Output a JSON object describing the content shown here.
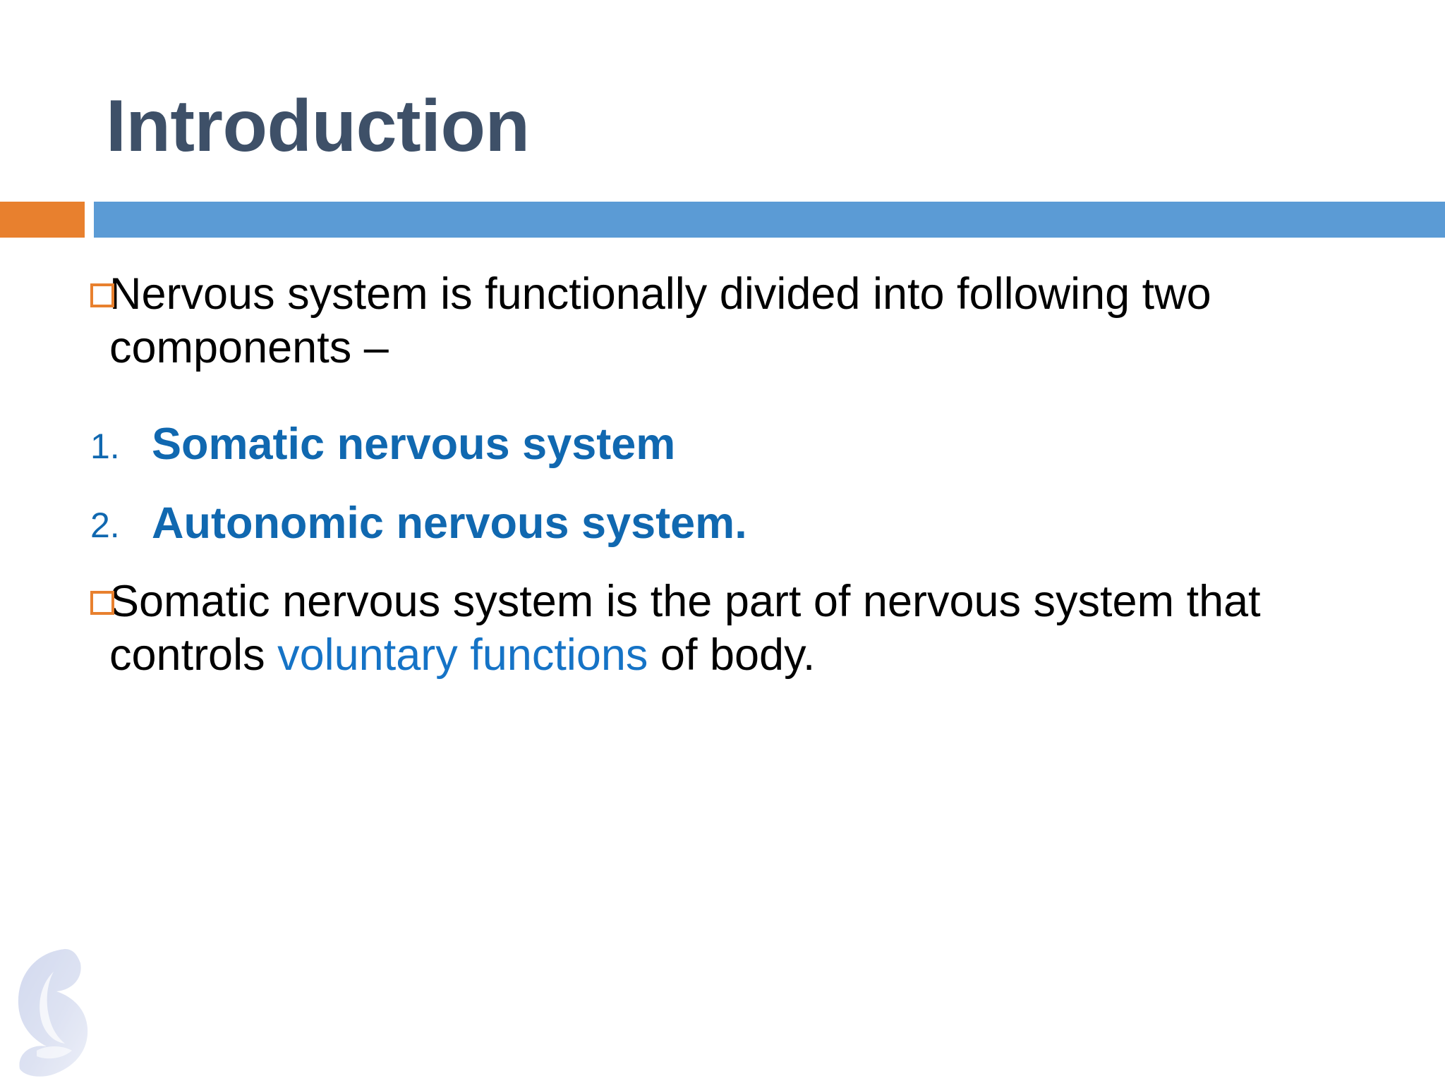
{
  "slide": {
    "title": "Introduction",
    "title_color": "#3E5068",
    "accent_orange": "#E8802E",
    "accent_blue": "#5B9BD5",
    "highlight_blue": "#1068B0",
    "inline_blue": "#1573C6",
    "background": "#ffffff"
  },
  "content": {
    "intro_bullet": {
      "text": "Nervous system is functionally divided into following two components –",
      "marker": "square-bullet"
    },
    "numbered_items": [
      {
        "number": "1.",
        "text": "Somatic nervous system"
      },
      {
        "number": "2.",
        "text": "Autonomic nervous system."
      }
    ],
    "definition_bullet": {
      "marker": "square-bullet",
      "part1": " Somatic nervous system is the part of nervous system that controls ",
      "highlight": "voluntary functions",
      "part2": " of body."
    }
  },
  "logo": {
    "name": "institution-watermark-logo",
    "color": "#AAB6DC"
  }
}
